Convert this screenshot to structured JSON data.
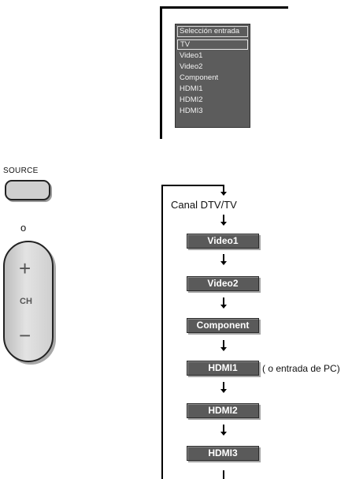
{
  "menu": {
    "title": "Selección entrada",
    "items": [
      "TV",
      "Video1",
      "Video2",
      "Component",
      "HDMI1",
      "HDMI2",
      "HDMI3"
    ],
    "selected": "TV"
  },
  "remote": {
    "source_label": "SOURCE",
    "or_label": "o",
    "plus_symbol": "+",
    "ch_label": "CH",
    "minus_symbol": "−"
  },
  "cycle": {
    "start_label": "Canal DTV/TV",
    "sources": [
      "Video1",
      "Video2",
      "Component",
      "HDMI1",
      "HDMI2",
      "HDMI3"
    ],
    "pc_note": "( o entrada de PC)"
  }
}
